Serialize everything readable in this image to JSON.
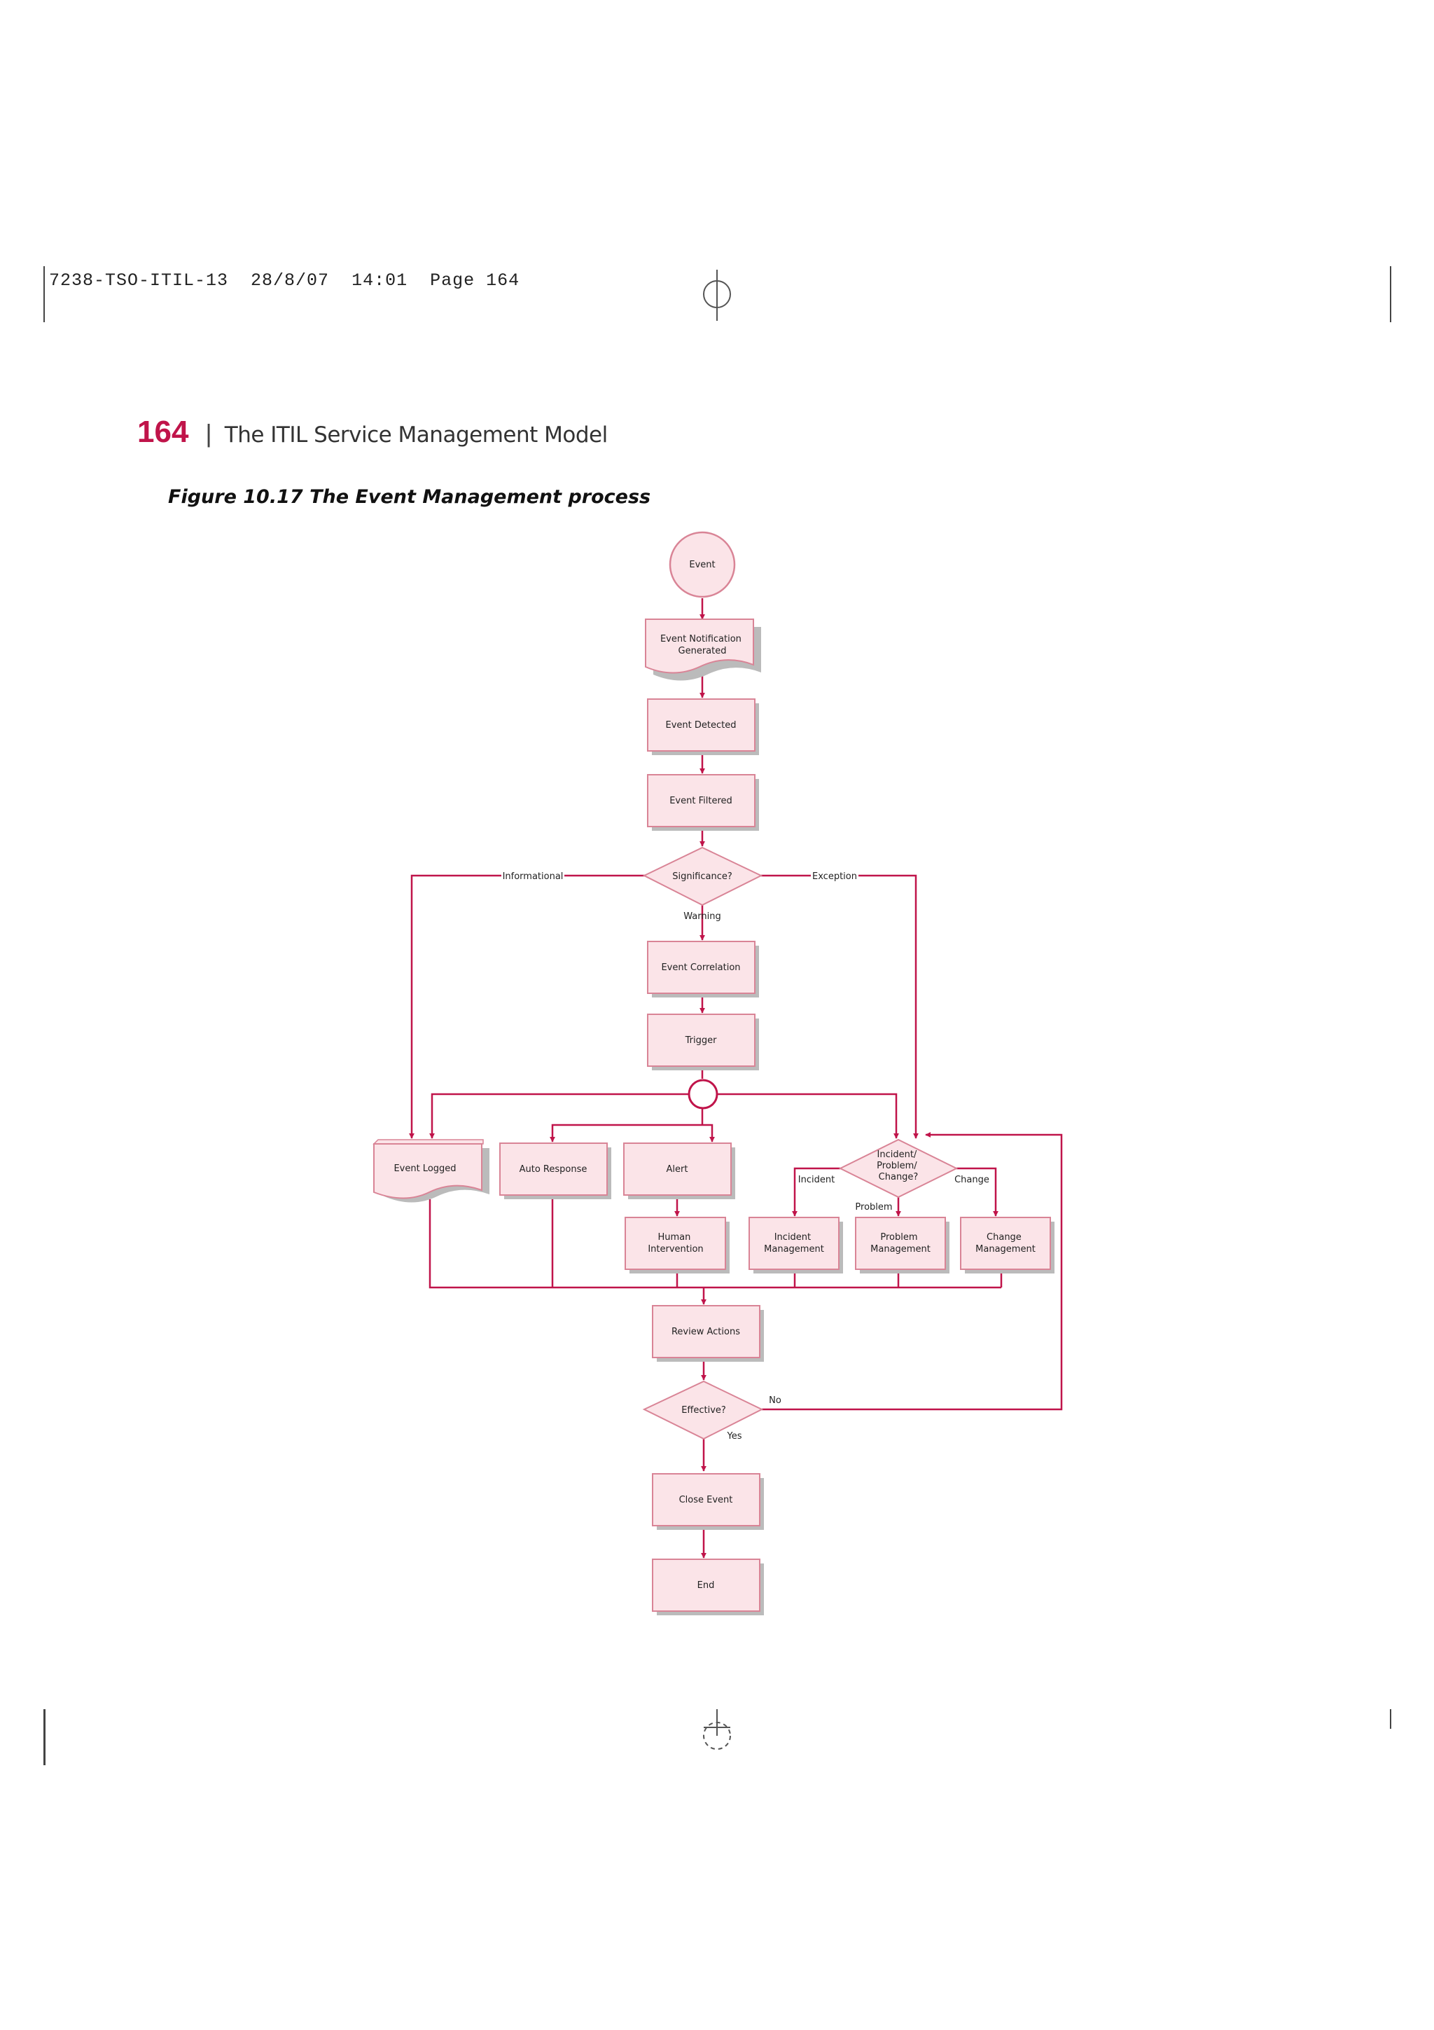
{
  "print_slug": "7238-TSO-ITIL-13  28/8/07  14:01  Page 164",
  "header": {
    "page_number": "164",
    "separator": "|",
    "title": "The ITIL Service Management Model"
  },
  "figure_caption": "Figure 10.17 The Event Management process",
  "colors": {
    "line": "#c0144a",
    "node_fill": "#fbe4e8",
    "node_border": "#d98496",
    "shadow": "#c9c9c9",
    "accent": "#c0144a"
  },
  "diagram": {
    "nodes": {
      "event": "Event",
      "notification": [
        "Event Notification",
        "Generated"
      ],
      "detected": "Event Detected",
      "filtered": "Event Filtered",
      "significance": "Significance?",
      "correlation": "Event Correlation",
      "trigger": "Trigger",
      "logged": "Event Logged",
      "auto_response": "Auto Response",
      "alert": "Alert",
      "human": [
        "Human",
        "Intervention"
      ],
      "ipc": [
        "Incident/",
        "Problem/",
        "Change?"
      ],
      "incident_mgmt": [
        "Incident",
        "Management"
      ],
      "problem_mgmt": [
        "Problem",
        "Management"
      ],
      "change_mgmt": [
        "Change",
        "Management"
      ],
      "review": "Review Actions",
      "effective": "Effective?",
      "close": "Close Event",
      "end": "End"
    },
    "edge_labels": {
      "informational": "Informational",
      "exception": "Exception",
      "warning": "Warning",
      "incident": "Incident",
      "problem": "Problem",
      "change": "Change",
      "no": "No",
      "yes": "Yes"
    }
  }
}
